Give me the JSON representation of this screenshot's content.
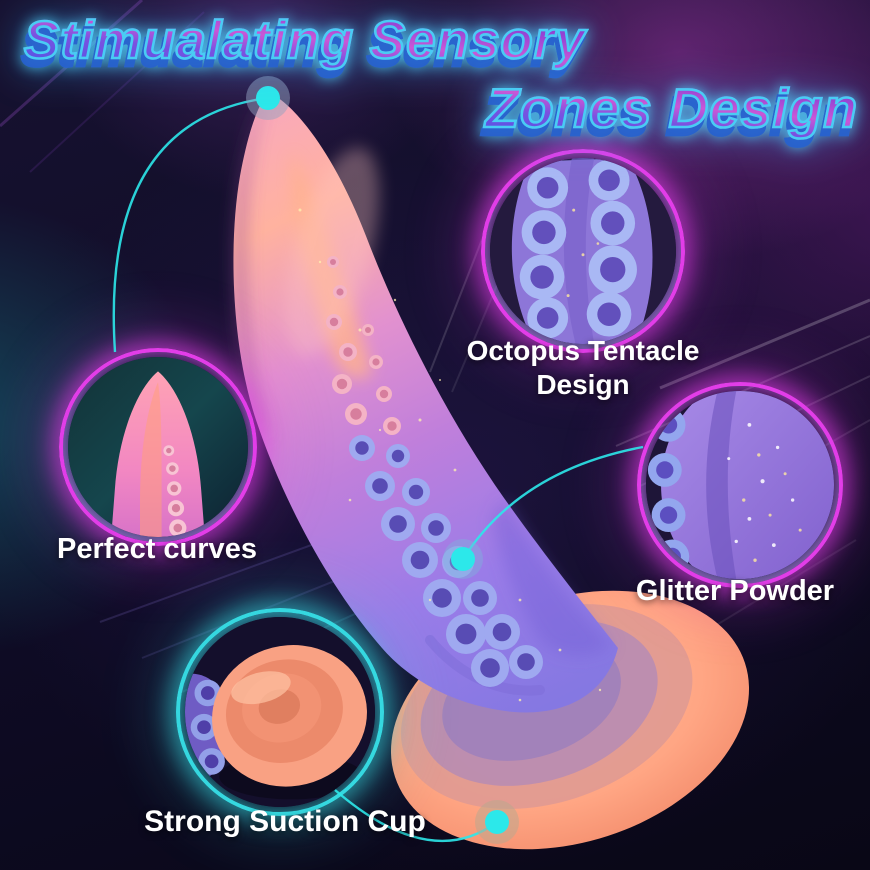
{
  "title": {
    "line1": "Stimualating Sensory",
    "line2": "Zones Design"
  },
  "callouts": [
    {
      "id": "octopus-tentacle-design",
      "label": "Octopus Tentacle Design"
    },
    {
      "id": "perfect-curves",
      "label": "Perfect curves"
    },
    {
      "id": "glitter-powder",
      "label": "Glitter Powder"
    },
    {
      "id": "strong-suction-cup",
      "label": "Strong Suction Cup"
    }
  ],
  "colors": {
    "background_dark": "#0e0b24",
    "neon_ring_magenta": "#e23de8",
    "neon_ring_cyan": "#35d8e0",
    "title_stroke_cyan": "#49ccf4",
    "title_fill_purple": "#9a46d4",
    "title_extrude_blue": "#2862ce",
    "connector_cyan": "#2ce8ea",
    "label_text": "#ffffff",
    "product_tip_pink": "#f9a8bd",
    "product_base_purple": "#8578e2",
    "suction_cup_orange": "#f79675"
  }
}
